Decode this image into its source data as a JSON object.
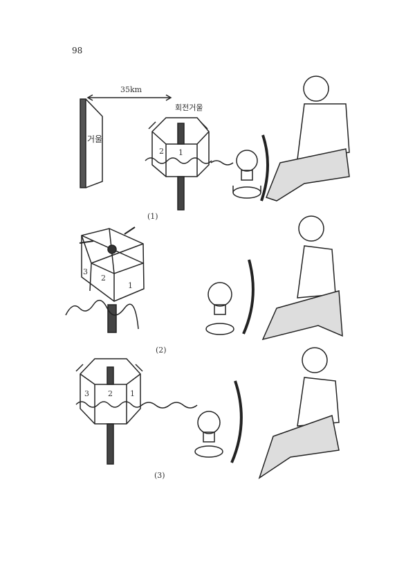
{
  "page_number": "98",
  "figure": {
    "distance_label": "35km",
    "rotating_mirror_label": "회전거울",
    "mirror_label": "거울",
    "panels": [
      {
        "caption": "(1)",
        "faces": [
          "1",
          "2"
        ]
      },
      {
        "caption": "(2)",
        "faces": [
          "1",
          "2",
          "3"
        ]
      },
      {
        "caption": "(3)",
        "faces": [
          "1",
          "2",
          "3"
        ]
      }
    ]
  }
}
